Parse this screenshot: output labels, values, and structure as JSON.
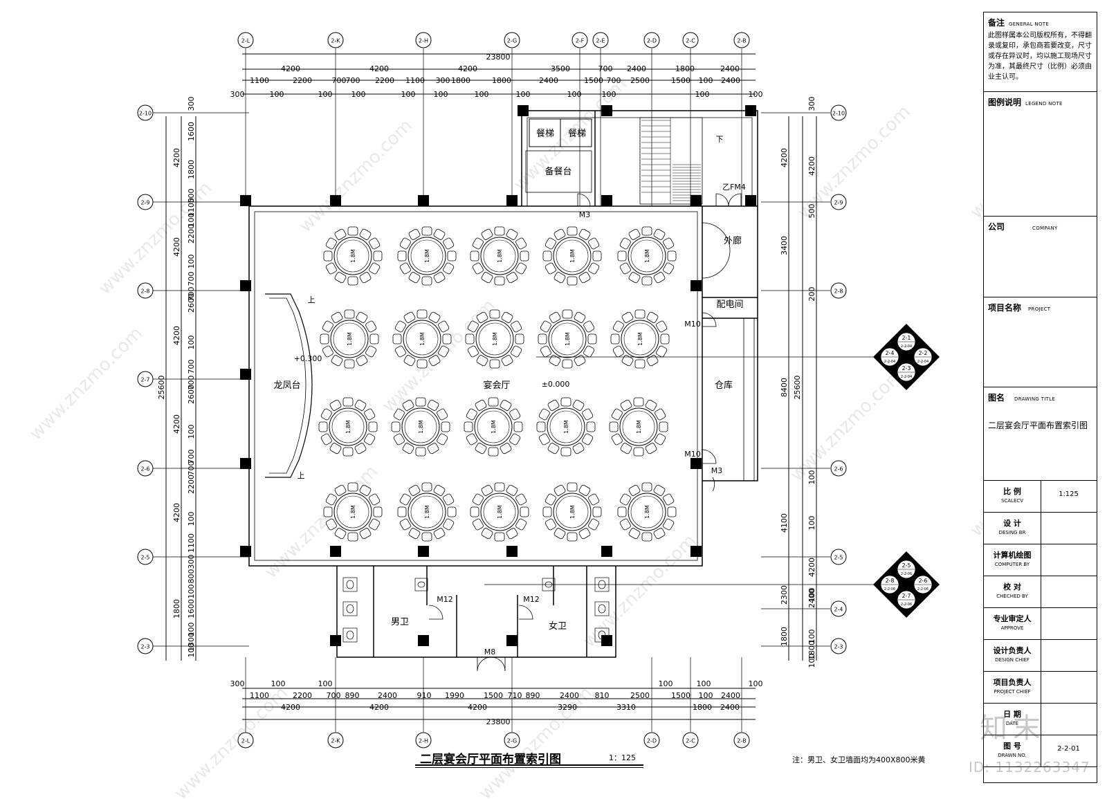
{
  "drawing": {
    "title": "二层宴会厅平面布置索引图",
    "scale": "1：125",
    "note": "注：男卫、女卫墙面均为400X800米黄"
  },
  "watermark": {
    "logo": "知末",
    "image_id": "ID: 1132263347",
    "site": "www.znzmo.com"
  },
  "axes": {
    "top_labels": [
      "2-L",
      "2-K",
      "2-H",
      "2-G",
      "2-F",
      "2-E",
      "2-D",
      "2-C",
      "2-B"
    ],
    "bottom_labels": [
      "2-L",
      "2-K",
      "2-H",
      "2-G",
      "2-D",
      "2-C",
      "2-B"
    ],
    "left_labels": [
      "2-10",
      "2-9",
      "2-8",
      "2-7",
      "2-6",
      "2-5",
      "2-3"
    ],
    "right_labels": [
      "2-10",
      "2-9",
      "2-8",
      "2-6",
      "2-5",
      "2-4",
      "2-3"
    ]
  },
  "dimensions": {
    "top_total": "23800",
    "top_row1": [
      "4200",
      "4200",
      "4200",
      "3500",
      "700",
      "2400",
      "1800",
      "2400"
    ],
    "top_row2": [
      "1100",
      "2200",
      "700",
      "700",
      "2200",
      "1100",
      "300",
      "1800",
      "1800",
      "2400",
      "1500",
      "700",
      "2500",
      "1500",
      "100",
      "2400"
    ],
    "top_row3": [
      "300",
      "100",
      "100",
      "100",
      "100",
      "100",
      "100",
      "100",
      "100",
      "100",
      "100",
      "100"
    ],
    "bottom_total": "23800",
    "bottom_row1": [
      "4200",
      "4200",
      "4200",
      "3290",
      "3310",
      "1800",
      "2400"
    ],
    "bottom_row2": [
      "1100",
      "2200",
      "700",
      "890",
      "2400",
      "910",
      "1990",
      "1500",
      "710",
      "890",
      "2400",
      "810",
      "2500",
      "1500",
      "100",
      "2400"
    ],
    "bottom_row3": [
      "300",
      "100",
      "100",
      "100",
      "100",
      "100"
    ],
    "left_total": "25600",
    "left_col1": [
      "4200",
      "4200",
      "4200",
      "4200",
      "4200",
      "1800"
    ],
    "left_col2": [
      "300",
      "1600",
      "1800",
      "500",
      "1100",
      "100",
      "2200",
      "100",
      "700",
      "700",
      "2600",
      "100",
      "700",
      "700",
      "2600",
      "100",
      "700",
      "700",
      "2200",
      "100",
      "1100",
      "300",
      "800",
      "100",
      "1600",
      "100",
      "1300",
      "100"
    ],
    "right_total": "25600",
    "right_col1": [
      "4200",
      "3400",
      "8400",
      "4100",
      "2300",
      "1800"
    ],
    "right_col2": [
      "300",
      "4200",
      "500",
      "200",
      "100",
      "100",
      "4200",
      "100",
      "2400",
      "100",
      "1800",
      "100"
    ]
  },
  "rooms": {
    "banquet_hall": "宴会厅",
    "stage": "龙凤台",
    "prep_counter": "备餐台",
    "food_lift": "餐梯",
    "corridor": "外廊",
    "power_room": "配电间",
    "storage": "仓库",
    "mens_wc": "男卫",
    "womens_wc": "女卫"
  },
  "door_tags": {
    "m3_top": "M3",
    "fm4": "乙FM4",
    "m10_a": "M10",
    "m10_b": "M10",
    "m3_right": "M3",
    "m12_a": "M12",
    "m12_b": "M12",
    "m8": "M8"
  },
  "stair_labels": {
    "down": "下",
    "up1": "上",
    "up2": "上"
  },
  "levels": {
    "stage": "+0.300",
    "hall": "±0.000"
  },
  "tables": {
    "label": "1.8M",
    "count": 20,
    "chairs_per_table": 12
  },
  "index_symbols": [
    {
      "top": "2-1",
      "left": "2-4",
      "right": "2-2",
      "bottom": "2-3",
      "ref": "2-2-04"
    },
    {
      "top": "2-5",
      "left": "2-8",
      "right": "2-6",
      "bottom": "2-7",
      "ref": "2-2-06"
    }
  ],
  "title_block": {
    "general_note_label": "备注",
    "general_note_en": "GENERAL NOTE",
    "general_note_text": "此图样属本公司版权所有，不得翻录或复印，承包商若要改变，尺寸或存在异议时，均以施工现场尺寸为准，其最终尺寸（比例）必须由业主认可。",
    "legend_label": "图例说明",
    "legend_en": "LEGEND NOTE",
    "company_label": "公司",
    "company_en": "COMPANY",
    "project_label": "项目名称",
    "project_en": "PROJECT",
    "drawing_title_label": "图名",
    "drawing_title_en": "DRAWING TITLE",
    "drawing_title_value": "二层宴会厅平面布置索引图",
    "rows": [
      {
        "cn": "比  例",
        "en": "SCALECV",
        "value": "1:125"
      },
      {
        "cn": "设  计",
        "en": "DESING BR",
        "value": ""
      },
      {
        "cn": "计算机绘图",
        "en": "COMPUTER BY",
        "value": ""
      },
      {
        "cn": "校  对",
        "en": "CHECHED BY",
        "value": ""
      },
      {
        "cn": "专业审定人",
        "en": "APPROVE",
        "value": ""
      },
      {
        "cn": "设计负责人",
        "en": "DESIGN CHIEF",
        "value": ""
      },
      {
        "cn": "项目负责人",
        "en": "PROJECT CHIEF",
        "value": ""
      },
      {
        "cn": "日  期",
        "en": "DATE",
        "value": ""
      },
      {
        "cn": "图  号",
        "en": "DRAWN NO.",
        "value": "2-2-01"
      }
    ]
  },
  "colors": {
    "line": "#000000",
    "wall_fill": "#000000",
    "watermark": "#c8c8c8"
  }
}
